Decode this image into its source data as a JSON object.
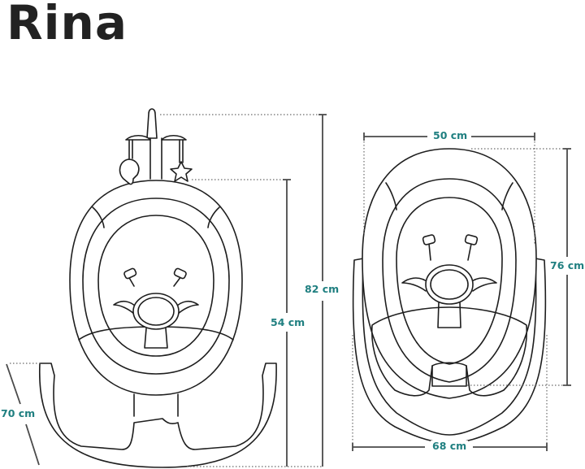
{
  "title": "Rina",
  "colors": {
    "label": "#1f7f80",
    "outline": "#1e1e1e",
    "dimension_line": "#4a4a4a"
  },
  "views": {
    "front": {
      "description": "front view of swing with toy bar",
      "dimensions": {
        "total_height": "82 cm",
        "seat_height": "54 cm",
        "base_depth": "70 cm"
      }
    },
    "top": {
      "description": "top view of swing seat",
      "dimensions": {
        "seat_width": "50 cm",
        "length": "76 cm",
        "base_width": "68 cm"
      }
    }
  }
}
